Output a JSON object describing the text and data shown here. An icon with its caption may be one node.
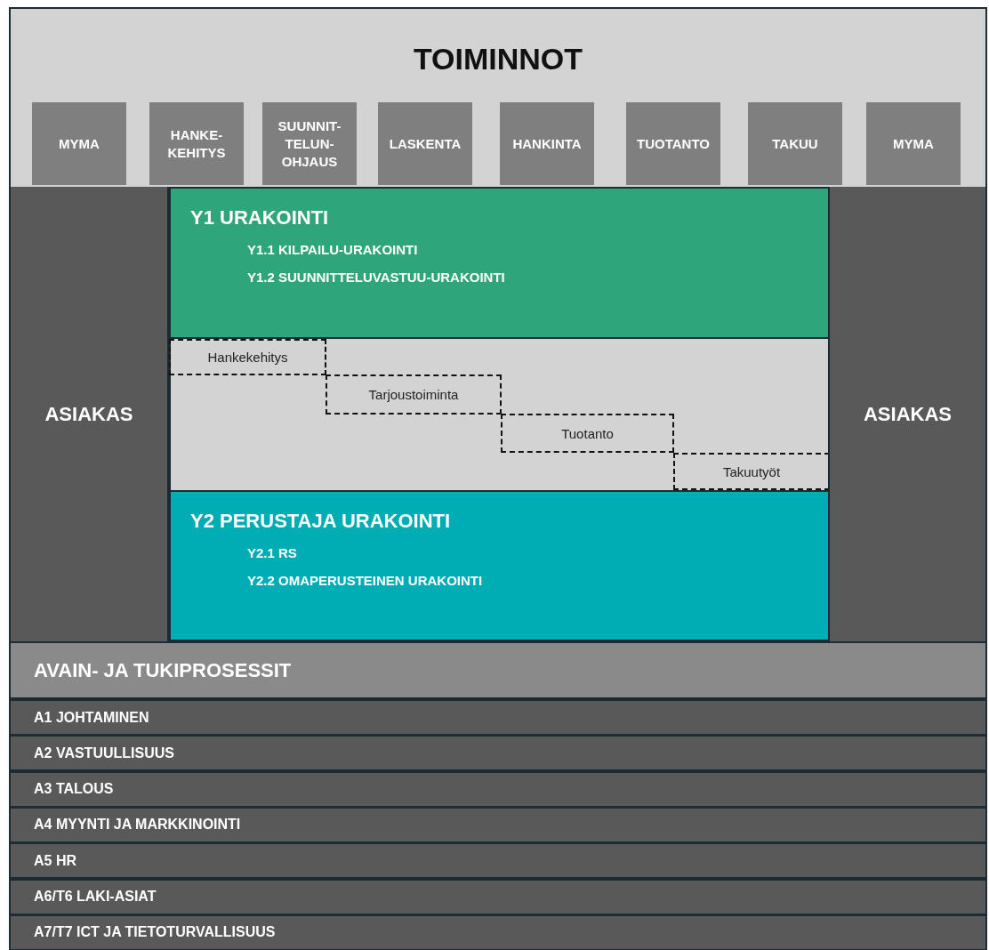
{
  "diagram": {
    "nodes": [
      {
        "text": [
          "TOIMINNOT"
        ]
      },
      {
        "text": [
          "MYMA"
        ],
        "in": 0
      },
      {
        "text": [
          "HANKE-KEHITYS"
        ],
        "in": 0
      },
      {
        "text": [
          "SUUNNIT-TELUN-OHJAUS"
        ],
        "in": 0
      },
      {
        "text": [
          "LASKENTA"
        ],
        "in": 0
      },
      {
        "text": [
          "HANKINTA"
        ],
        "in": 0
      },
      {
        "text": [
          "TUOTANTO"
        ],
        "in": 0
      },
      {
        "text": [
          "TAKUU"
        ],
        "in": 0
      },
      {
        "text": [
          "MYMA"
        ],
        "in": 0
      },
      {
        "text": [
          "ASIAKAS"
        ]
      },
      {
        "text": [
          "Y1 URAKOINTI",
          "Y1.1 KILPAILU-URAKOINTI",
          "Y1.2 SUUNNITTELUVASTUU-URAKOINTI"
        ]
      },
      {
        "text": [],
        "shape": "box"
      },
      {
        "text": [
          "Hankekehitys"
        ],
        "in": 11
      },
      {
        "text": [
          "Tarjoustoiminta"
        ],
        "in": 11
      },
      {
        "text": [
          "Tuotanto"
        ],
        "in": 11
      },
      {
        "text": [
          "Takuutyöt"
        ],
        "in": 11
      },
      {
        "text": [
          "Y2 PERUSTAJA URAKOINTI",
          "Y2.1 RS",
          "Y2.2 OMAPERUSTEINEN URAKOINTI"
        ]
      },
      {
        "text": [
          "ASIAKAS"
        ]
      },
      {
        "text": [
          "AVAIN- JA TUKIPROSESSIT"
        ]
      },
      {
        "text": [
          "A1 JOHTAMINEN"
        ]
      },
      {
        "text": [
          "A2 VASTUULLISUUS"
        ]
      },
      {
        "text": [
          "A3 TALOUS"
        ]
      },
      {
        "text": [
          "A4 MYYNTI JA MARKKINOINTI"
        ]
      },
      {
        "text": [
          "A5 HR"
        ]
      },
      {
        "text": [
          "A6/T6 LAKI-ASIAT"
        ]
      },
      {
        "text": [
          "A7/T7 ICT JA TIETOTURVALLISUUS"
        ]
      }
    ]
  }
}
